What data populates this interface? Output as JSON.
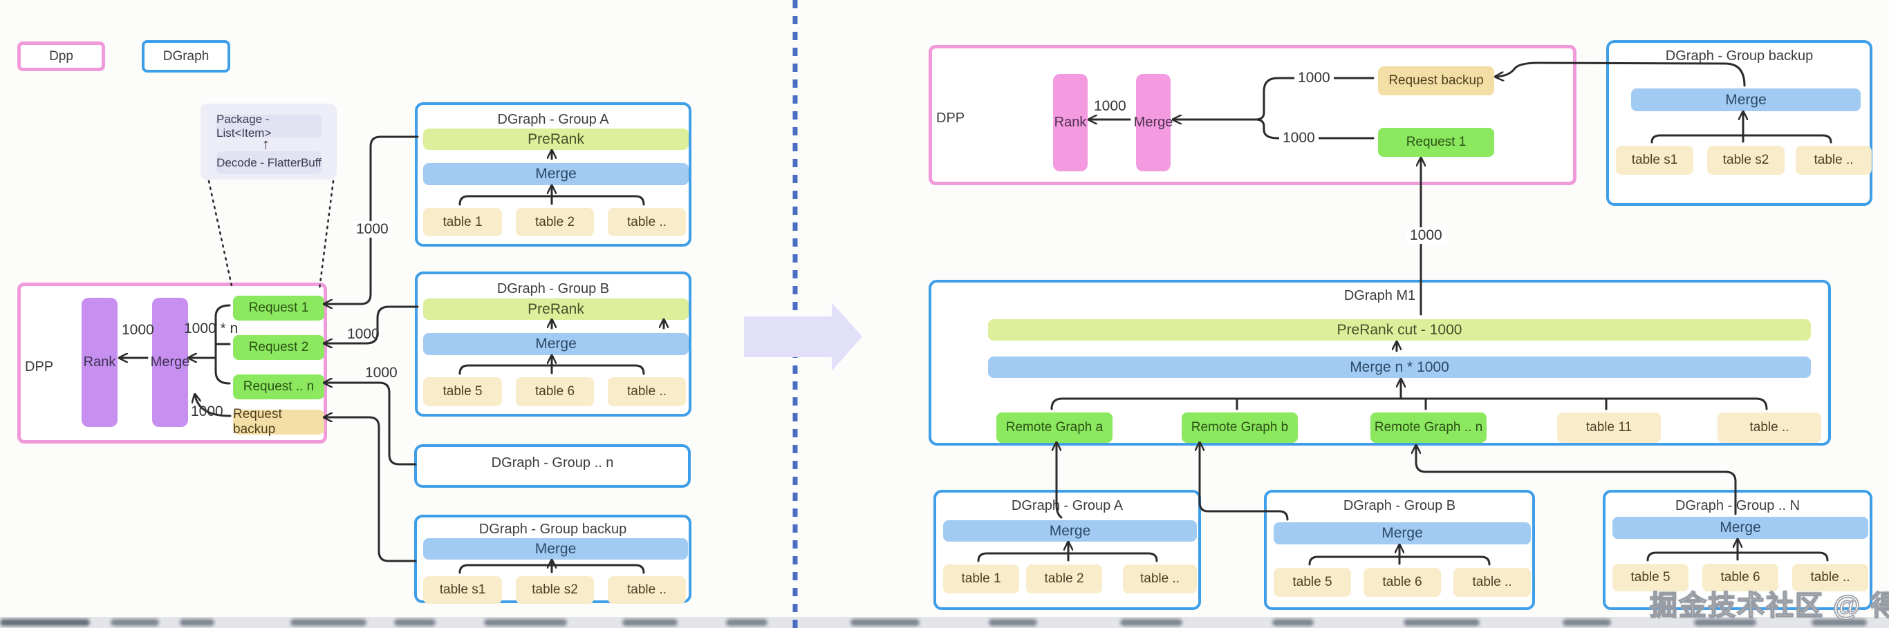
{
  "legend": {
    "dpp": "Dpp",
    "dgraph": "DGraph"
  },
  "annotation": {
    "package": "Package - List<Item>",
    "decode": "Decode - FlatterBuff",
    "arrow_up": "↑"
  },
  "left": {
    "dpp": {
      "label": "DPP",
      "rank": "Rank",
      "merge": "Merge",
      "requests": [
        "Request 1",
        "Request 2",
        "Request .. n"
      ],
      "request_backup": "Request backup"
    },
    "group_a": {
      "title": "DGraph - Group A",
      "prerank": "PreRank",
      "merge": "Merge",
      "tables": [
        "table 1",
        "table 2",
        "table .."
      ]
    },
    "group_b": {
      "title": "DGraph - Group B",
      "prerank": "PreRank",
      "merge": "Merge",
      "tables": [
        "table 5",
        "table 6",
        "table .."
      ]
    },
    "group_n": {
      "title": "DGraph - Group .. n"
    },
    "group_backup": {
      "title": "DGraph - Group backup",
      "merge": "Merge",
      "tables": [
        "table s1",
        "table s2",
        "table .."
      ]
    }
  },
  "right": {
    "dpp": {
      "label": "DPP",
      "rank": "Rank",
      "merge": "Merge",
      "request_backup": "Request backup",
      "request_1": "Request 1"
    },
    "group_backup": {
      "title": "DGraph - Group backup",
      "merge": "Merge",
      "tables": [
        "table s1",
        "table s2",
        "table .."
      ]
    },
    "m1": {
      "title": "DGraph M1",
      "prerank": "PreRank  cut - 1000",
      "merge": "Merge  n * 1000",
      "children": [
        "Remote Graph a",
        "Remote Graph b",
        "Remote Graph .. n",
        "table 11",
        "table .."
      ]
    },
    "group_a": {
      "title": "DGraph - Group A",
      "merge": "Merge",
      "tables": [
        "table 1",
        "table 2",
        "table .."
      ]
    },
    "group_b": {
      "title": "DGraph - Group B",
      "merge": "Merge",
      "tables": [
        "table 5",
        "table 6",
        "table .."
      ]
    },
    "group_n": {
      "title": "DGraph - Group .. N",
      "merge": "Merge",
      "tables": [
        "table 5",
        "table 6",
        "table .."
      ]
    }
  },
  "edge_labels": {
    "left_rank_merge": "1000",
    "left_fan_in": "1000 * n",
    "left_backup_loop": "1000",
    "left_group_a": "1000",
    "left_group_b": "1000",
    "left_group_n": "1000",
    "right_rank_merge": "1000",
    "right_brace_top": "1000",
    "right_brace_bottom": "1000",
    "right_m1_up": "1000"
  },
  "watermark": "掘金技术社区 @ 得物技术",
  "colors": {
    "dpp_pink": "#f09ad9",
    "dgraph_blue": "#3f9ee8",
    "purple": "#c78ff0",
    "pink": "#f49ae1",
    "green": "#8be85f",
    "tan": "#f3dfa5",
    "table": "#f9ecca",
    "prerank": "#ddef9b",
    "merge_blue": "#a2cbf3",
    "lavender_arrow": "#e2e0f9",
    "divider": "#4a6fc2"
  }
}
